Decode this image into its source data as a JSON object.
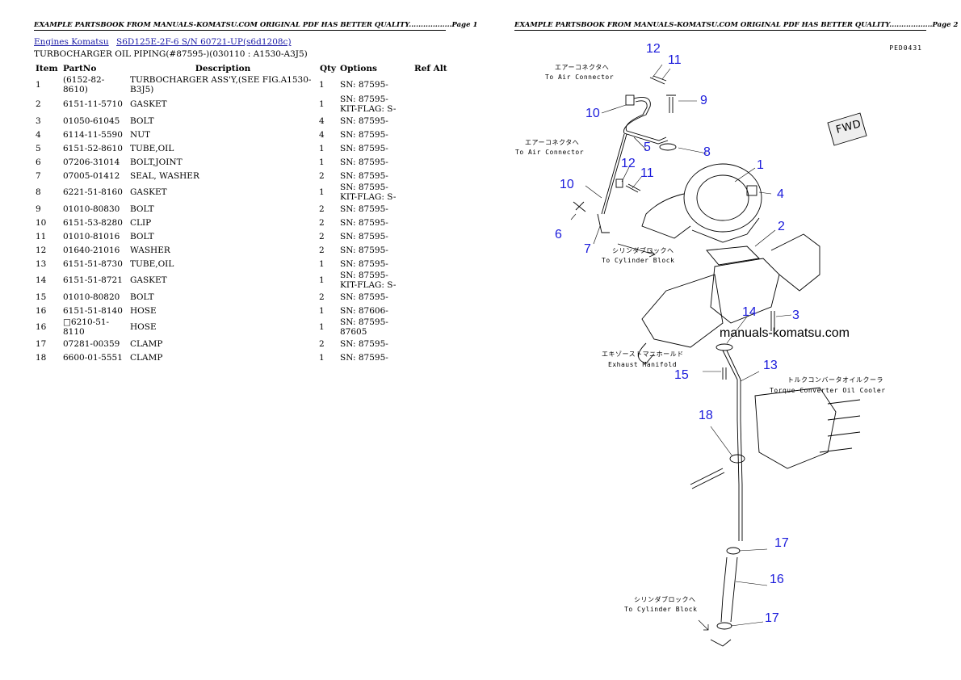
{
  "banner_left": "EXAMPLE PARTSBOOK FROM MANUALS-KOMATSU.COM ORIGINAL PDF HAS BETTER QUALITY..................Page 1",
  "banner_right": "EXAMPLE PARTSBOOK FROM MANUALS-KOMATSU.COM ORIGINAL PDF HAS BETTER QUALITY..................Page 2",
  "breadcrumb": [
    "Engines Komatsu",
    "S6D125E-2F-6 S/N 60721-UP(s6d1208c)"
  ],
  "subtitle": "TURBOCHARGER OIL PIPING(#87595-)(030110 : A1530-A3J5)",
  "columns": [
    "Item",
    "PartNo",
    "Description",
    "Qty",
    "Options",
    "Ref Alt"
  ],
  "rows": [
    {
      "item": "1",
      "part": "(6152-82-8610)",
      "desc": "TURBOCHARGER ASS'Y,(SEE FIG.A1530-B3J5)",
      "qty": "1",
      "opt": "SN: 87595-"
    },
    {
      "item": "2",
      "part": "6151-11-5710",
      "desc": "GASKET",
      "qty": "1",
      "opt": "SN: 87595-\nKIT-FLAG: S-"
    },
    {
      "item": "3",
      "part": "01050-61045",
      "desc": "BOLT",
      "qty": "4",
      "opt": "SN: 87595-"
    },
    {
      "item": "4",
      "part": "6114-11-5590",
      "desc": "NUT",
      "qty": "4",
      "opt": "SN: 87595-"
    },
    {
      "item": "5",
      "part": "6151-52-8610",
      "desc": "TUBE,OIL",
      "qty": "1",
      "opt": "SN: 87595-"
    },
    {
      "item": "6",
      "part": "07206-31014",
      "desc": "BOLT,JOINT",
      "qty": "1",
      "opt": "SN: 87595-"
    },
    {
      "item": "7",
      "part": "07005-01412",
      "desc": "SEAL, WASHER",
      "qty": "2",
      "opt": "SN: 87595-"
    },
    {
      "item": "8",
      "part": "6221-51-8160",
      "desc": "GASKET",
      "qty": "1",
      "opt": "SN: 87595-\nKIT-FLAG: S-"
    },
    {
      "item": "9",
      "part": "01010-80830",
      "desc": "BOLT",
      "qty": "2",
      "opt": "SN: 87595-"
    },
    {
      "item": "10",
      "part": "6151-53-8280",
      "desc": "CLIP",
      "qty": "2",
      "opt": "SN: 87595-"
    },
    {
      "item": "11",
      "part": "01010-81016",
      "desc": "BOLT",
      "qty": "2",
      "opt": "SN: 87595-"
    },
    {
      "item": "12",
      "part": "01640-21016",
      "desc": "WASHER",
      "qty": "2",
      "opt": "SN: 87595-"
    },
    {
      "item": "13",
      "part": "6151-51-8730",
      "desc": "TUBE,OIL",
      "qty": "1",
      "opt": "SN: 87595-"
    },
    {
      "item": "14",
      "part": "6151-51-8721",
      "desc": "GASKET",
      "qty": "1",
      "opt": "SN: 87595-\nKIT-FLAG: S-"
    },
    {
      "item": "15",
      "part": "01010-80820",
      "desc": "BOLT",
      "qty": "2",
      "opt": "SN: 87595-"
    },
    {
      "item": "16",
      "part": "6151-51-8140",
      "desc": "HOSE",
      "qty": "1",
      "opt": "SN: 87606-"
    },
    {
      "item": "16",
      "part": "□6210-51-8110",
      "desc": "HOSE",
      "qty": "1",
      "opt": "SN: 87595-87605"
    },
    {
      "item": "17",
      "part": "07281-00359",
      "desc": "CLAMP",
      "qty": "2",
      "opt": "SN: 87595-"
    },
    {
      "item": "18",
      "part": "6600-01-5551",
      "desc": "CLAMP",
      "qty": "1",
      "opt": "SN: 87595-"
    }
  ],
  "diagram": {
    "code": "PED0431",
    "watermark": "manuals-komatsu.com",
    "callouts": [
      "12",
      "11",
      "9",
      "10",
      "5",
      "8",
      "12",
      "11",
      "1",
      "10",
      "4",
      "2",
      "6",
      "7",
      "3",
      "14",
      "15",
      "13",
      "18",
      "17",
      "16",
      "17"
    ],
    "labels": {
      "air1_jp": "エアーコネクタへ",
      "air1_en": "To Air Connector",
      "air2_jp": "エアーコネクタへ",
      "air2_en": "To Air Connector",
      "cyl1_jp": "シリンダブロックへ",
      "cyl1_en": "To Cylinder Block",
      "exh_jp": "エキゾーストマニホールド",
      "exh_en": "Exhaust Manifold",
      "tc_jp": "トルクコンバータオイルクーラ",
      "tc_en": "Torque Converter Oil Cooler",
      "cyl2_jp": "シリンダブロックへ",
      "cyl2_en": "To Cylinder Block",
      "fwd": "FWD"
    },
    "colors": {
      "callout": "#1a1adb",
      "link": "#1a1aa6"
    }
  }
}
